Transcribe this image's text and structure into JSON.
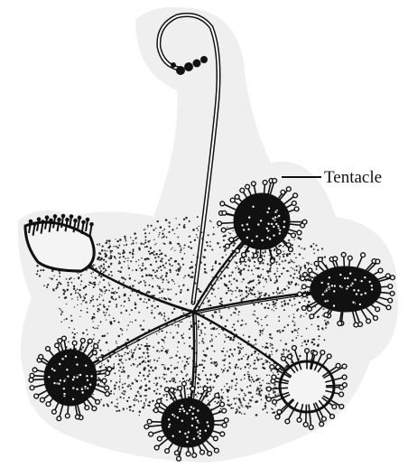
{
  "diagram": {
    "subject": "sundew-plant-illustration",
    "labels": [
      {
        "id": "tentacle",
        "text": "Tentacle"
      }
    ]
  }
}
